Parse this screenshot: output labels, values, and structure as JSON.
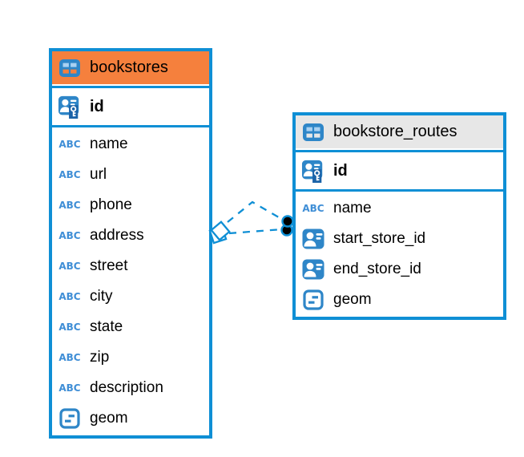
{
  "diagram": {
    "tables": [
      {
        "title": "bookstores",
        "header_style": "highlighted",
        "primary_key": {
          "name": "id"
        },
        "columns": [
          {
            "name": "name",
            "type": "text"
          },
          {
            "name": "url",
            "type": "text"
          },
          {
            "name": "phone",
            "type": "text"
          },
          {
            "name": "address",
            "type": "text"
          },
          {
            "name": "street",
            "type": "text"
          },
          {
            "name": "city",
            "type": "text"
          },
          {
            "name": "state",
            "type": "text"
          },
          {
            "name": "zip",
            "type": "text"
          },
          {
            "name": "description",
            "type": "text"
          },
          {
            "name": "geom",
            "type": "geometry"
          }
        ]
      },
      {
        "title": "bookstore_routes",
        "header_style": "default",
        "primary_key": {
          "name": "id"
        },
        "columns": [
          {
            "name": "name",
            "type": "text"
          },
          {
            "name": "start_store_id",
            "type": "foreign-key"
          },
          {
            "name": "end_store_id",
            "type": "foreign-key"
          },
          {
            "name": "geom",
            "type": "geometry"
          }
        ]
      }
    ],
    "relationships": [
      {
        "from": "bookstore_routes.start_store_id",
        "to": "bookstores.id",
        "line_style": "dashed"
      },
      {
        "from": "bookstore_routes.end_store_id",
        "to": "bookstores.id",
        "line_style": "dashed"
      }
    ]
  },
  "icons": {
    "text_type_label": "ABC"
  },
  "colors": {
    "table_border_blue": "#0f8fd5",
    "icon_blue": "#2e86c8",
    "highlighted_header_orange": "#f5803d",
    "default_header_gray": "#e7e7e7",
    "key_badge_blue": "#1b63a8",
    "relationship_dot_black": "#000000"
  }
}
